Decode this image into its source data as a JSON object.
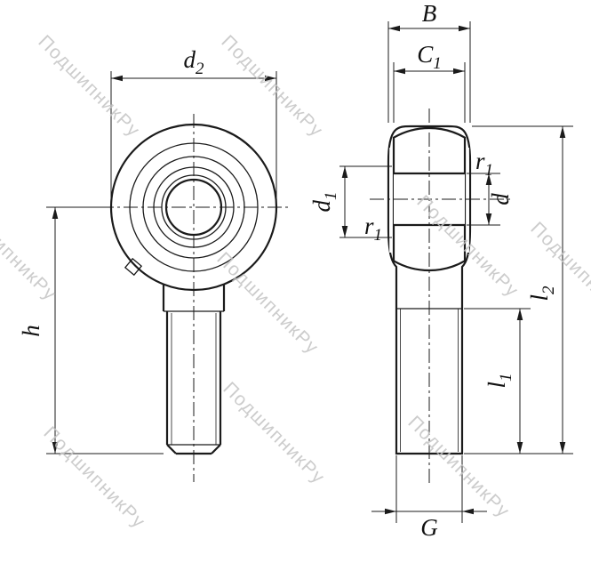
{
  "watermark": {
    "text": "ПодшипникРу"
  },
  "labels": {
    "d2": {
      "base": "d",
      "sub": "2"
    },
    "h": {
      "base": "h",
      "sub": ""
    },
    "B": {
      "base": "B",
      "sub": ""
    },
    "C1": {
      "base": "C",
      "sub": "1"
    },
    "d1": {
      "base": "d",
      "sub": "1"
    },
    "d": {
      "base": "d",
      "sub": ""
    },
    "r1": {
      "base": "r",
      "sub": "1"
    },
    "l1": {
      "base": "l",
      "sub": "1"
    },
    "l2": {
      "base": "l",
      "sub": "2"
    },
    "G": {
      "base": "G",
      "sub": ""
    }
  }
}
